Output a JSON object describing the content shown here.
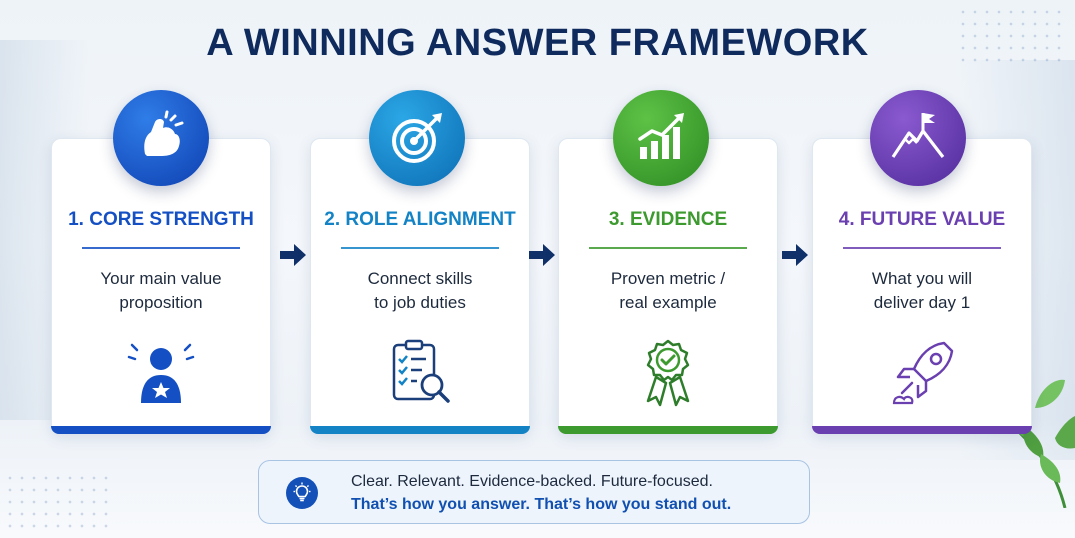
{
  "title": "A WINNING ANSWER FRAMEWORK",
  "steps": [
    {
      "title": "1. CORE STRENGTH",
      "desc_line1": "Your main value",
      "desc_line2": "proposition",
      "badge_icon": "flexed-arm-icon",
      "card_icon": "person-star-icon",
      "accent": "#1450c4"
    },
    {
      "title": "2. ROLE ALIGNMENT",
      "desc_line1": "Connect skills",
      "desc_line2": "to job duties",
      "badge_icon": "target-arrow-icon",
      "card_icon": "clipboard-search-icon",
      "accent": "#1383c6"
    },
    {
      "title": "3. EVIDENCE",
      "desc_line1": "Proven metric /",
      "desc_line2": "real example",
      "badge_icon": "growth-chart-icon",
      "card_icon": "award-ribbon-icon",
      "accent": "#3c9a2e"
    },
    {
      "title": "4. FUTURE VALUE",
      "desc_line1": "What you will",
      "desc_line2": "deliver day 1",
      "badge_icon": "mountain-flag-icon",
      "card_icon": "rocket-icon",
      "accent": "#6a3fb0"
    }
  ],
  "footer": {
    "icon": "lightbulb-icon",
    "line1": "Clear. Relevant. Evidence-backed. Future-focused.",
    "line2": "That’s how you answer. That’s how you stand out."
  }
}
